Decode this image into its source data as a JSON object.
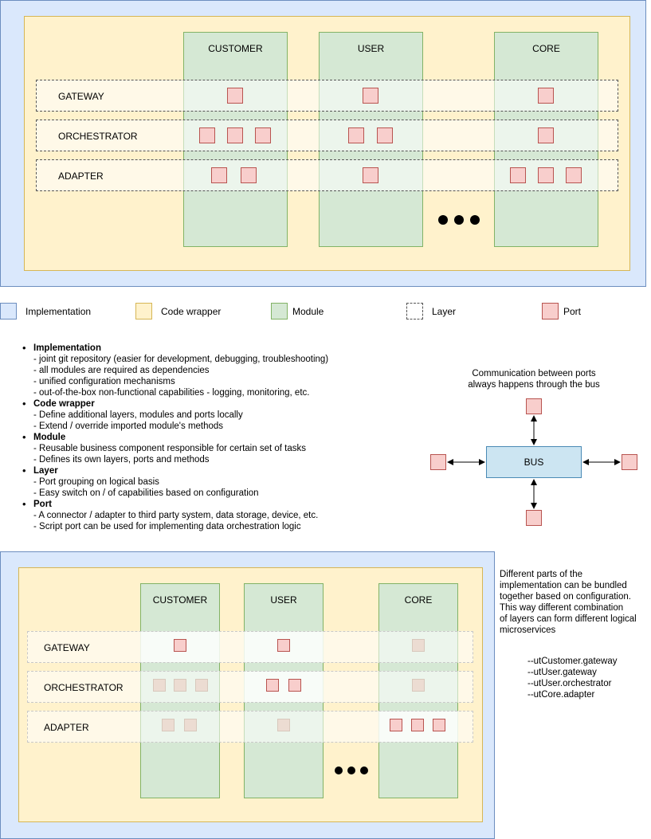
{
  "diagram1": {
    "modules": [
      "CUSTOMER",
      "USER",
      "CORE"
    ],
    "layers": [
      "GATEWAY",
      "ORCHESTRATOR",
      "ADAPTER"
    ]
  },
  "legend": [
    {
      "id": "implementation",
      "label": "Implementation",
      "color": "#dae8fc"
    },
    {
      "id": "code-wrapper",
      "label": "Code wrapper",
      "color": "#fff2cc"
    },
    {
      "id": "module",
      "label": "Module",
      "color": "#d5e8d4"
    },
    {
      "id": "layer",
      "label": "Layer",
      "color": "#ffffff"
    },
    {
      "id": "port",
      "label": "Port",
      "color": "#f8cecc"
    }
  ],
  "notes": [
    {
      "title": "Implementation",
      "lines": [
        "- joint git repository (easier for development, debugging, troubleshooting)",
        "- all modules are required as dependencies",
        "- unified configuration mechanisms",
        "- out-of-the-box non-functional capabilities - logging, monitoring, etc."
      ]
    },
    {
      "title": "Code wrapper",
      "lines": [
        "- Define additional layers, modules and ports locally",
        "- Extend / override imported module's methods"
      ]
    },
    {
      "title": "Module",
      "lines": [
        "- Reusable business component responsible for certain set of tasks",
        "- Defines its own layers, ports and methods"
      ]
    },
    {
      "title": "Layer",
      "lines": [
        "- Port grouping on logical basis",
        "- Easy switch on / of capabilities based on configuration"
      ]
    },
    {
      "title": "Port",
      "lines": [
        "- A connector / adapter to third party system, data storage, device, etc.",
        "- Script port can be used for implementing data orchestration logic"
      ]
    }
  ],
  "bus": {
    "caption_line1": "Communication between ports",
    "caption_line2": "always happens through the bus",
    "label": "BUS"
  },
  "diagram2": {
    "modules": [
      "CUSTOMER",
      "USER",
      "CORE"
    ],
    "layers": [
      "GATEWAY",
      "ORCHESTRATOR",
      "ADAPTER"
    ],
    "description_lines": [
      "Different parts of the",
      "implementation can be bundled",
      "together based on configuration.",
      "This way different combination",
      "of layers can form different logical",
      "microservices"
    ],
    "config_lines": [
      "--utCustomer.gateway",
      "--utUser.gateway",
      "--utUser.orchestrator",
      "--utCore.adapter"
    ]
  }
}
